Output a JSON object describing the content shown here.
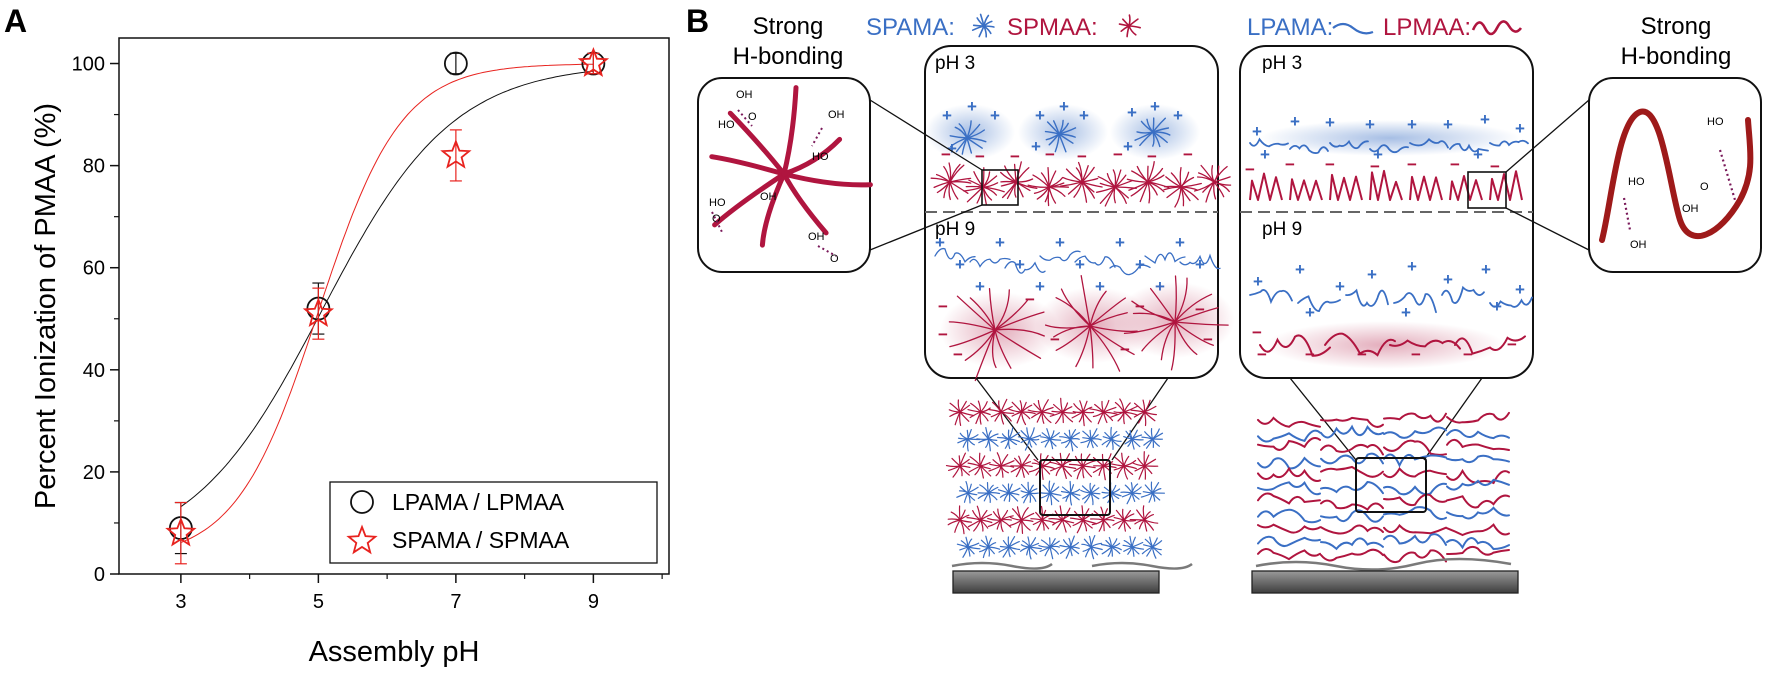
{
  "panels": {
    "a_letter": "A",
    "b_letter": "B"
  },
  "chart_data": {
    "type": "scatter",
    "title": "",
    "xlabel": "Assembly pH",
    "ylabel": "Percent Ionization of PMAA (%)",
    "xlim": [
      2.1,
      10.1
    ],
    "ylim": [
      0,
      105
    ],
    "x_ticks": [
      3,
      5,
      7,
      9
    ],
    "y_ticks": [
      0,
      20,
      40,
      60,
      80,
      100
    ],
    "grid": false,
    "legend_position": "bottom-right",
    "series": [
      {
        "name": "LPAMA / LPMAA",
        "marker": "circle",
        "color": "#111111",
        "x": [
          3,
          5,
          7,
          9
        ],
        "y": [
          9,
          52,
          100,
          100
        ],
        "err": [
          5,
          5,
          2,
          2
        ],
        "fit_midpoint": 5.05,
        "fit_slope": 0.95
      },
      {
        "name": "SPAMA / SPMAA",
        "marker": "star",
        "color": "#e8231f",
        "x": [
          3,
          5,
          7,
          9
        ],
        "y": [
          8,
          51,
          82,
          100
        ],
        "err": [
          6,
          5,
          5,
          2
        ],
        "fit_midpoint": 5.0,
        "fit_slope": 0.6
      }
    ]
  },
  "schematic": {
    "legend_star_spama": "SPAMA:",
    "legend_star_spmaa": "SPMAA:",
    "legend_linear_lpama": "LPAMA:",
    "legend_linear_lpmaa": "LPMAA:",
    "hbond_left_line1": "Strong",
    "hbond_left_line2": "H-bonding",
    "hbond_right_line1": "Strong",
    "hbond_right_line2": "H-bonding",
    "star_ph_low": "pH 3",
    "star_ph_high": "pH 9",
    "linear_ph_low": "pH 3",
    "linear_ph_high": "pH 9",
    "chem_oh": "OH",
    "chem_ho": "HO",
    "chem_o": "O",
    "plus": "+",
    "minus": "−",
    "colors": {
      "cationic": "#3a6fc4",
      "anionic": "#b0153f",
      "substrate": "#7a7a7a"
    }
  }
}
